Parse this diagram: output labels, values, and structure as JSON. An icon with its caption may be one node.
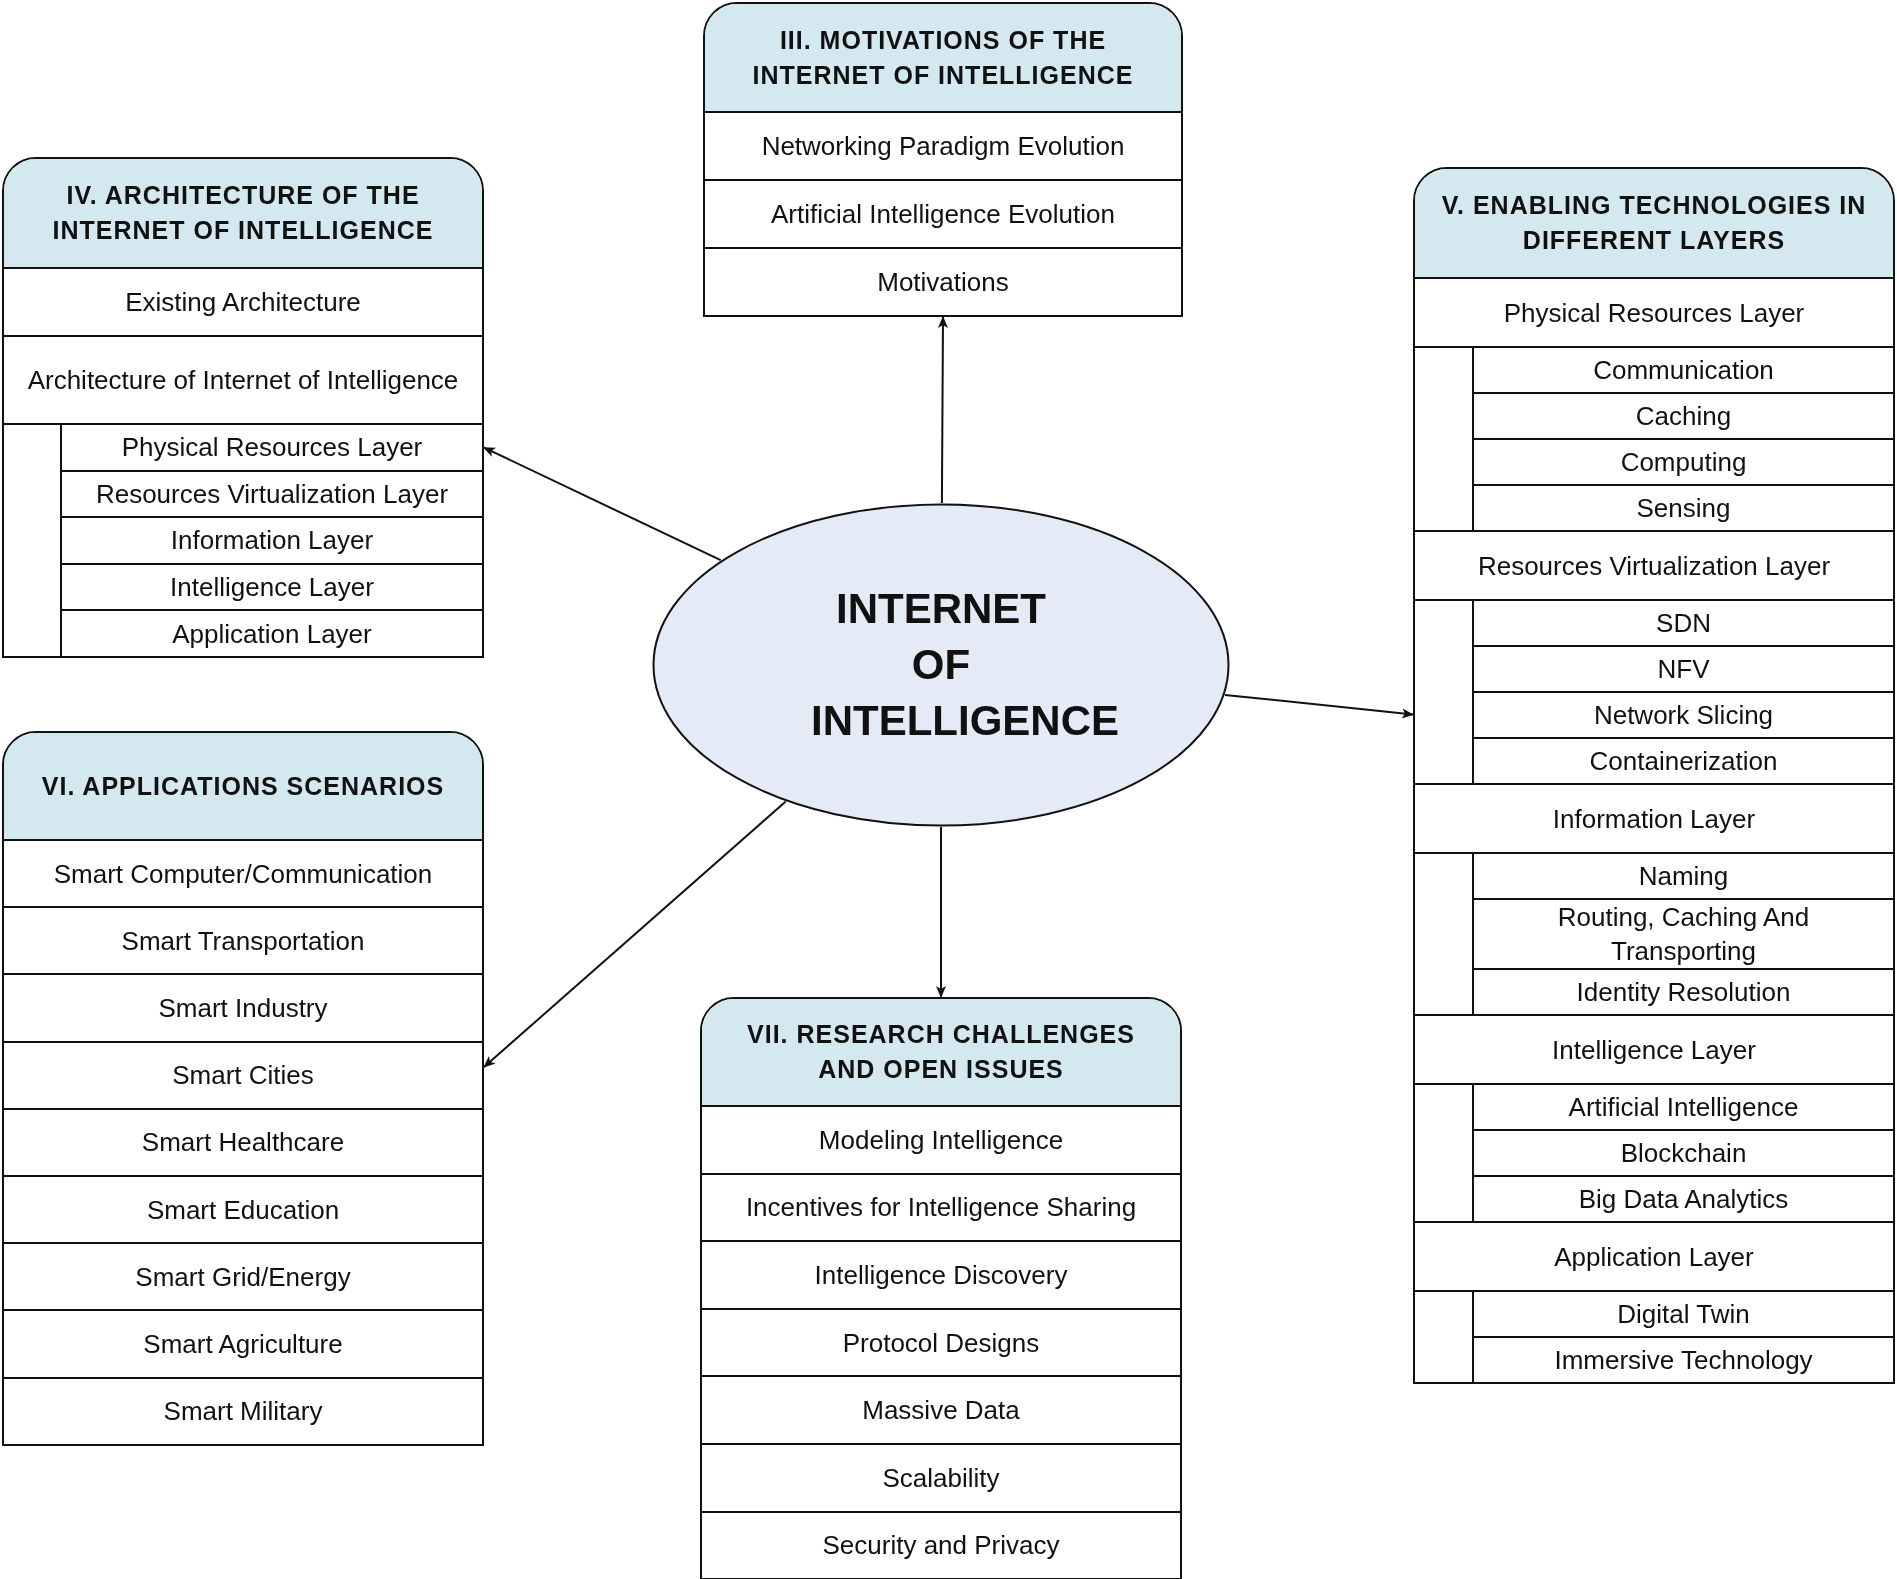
{
  "diagram": {
    "nodes": [
      {
        "text": [
          "III. MOTIVATIONS OF THE INTERNET OF INTELLIGENCE"
        ]
      },
      {
        "text": [
          "Networking Paradigm Evolution"
        ],
        "in": 0
      },
      {
        "text": [
          "Artificial Intelligence Evolution"
        ],
        "in": 0
      },
      {
        "text": [
          "Motivations"
        ],
        "in": 0
      },
      {
        "text": [
          "IV. ARCHITECTURE OF THE INTERNET OF INTELLIGENCE"
        ]
      },
      {
        "text": [
          "Existing Architecture"
        ],
        "in": 4
      },
      {
        "text": [
          "Architecture of Internet of Intelligence"
        ],
        "in": 4
      },
      {
        "text": [],
        "shape": "box",
        "in": 4
      },
      {
        "text": [
          "Physical Resources Layer"
        ],
        "in": 7
      },
      {
        "text": [
          "Resources Virtualization Layer"
        ],
        "in": 7
      },
      {
        "text": [
          "Information Layer"
        ],
        "in": 7
      },
      {
        "text": [
          "Intelligence Layer"
        ],
        "in": 7
      },
      {
        "text": [
          "Application Layer"
        ],
        "in": 7
      },
      {
        "text": [
          "V. ENABLING TECHNOLOGIES IN DIFFERENT LAYERS"
        ]
      },
      {
        "text": [
          "Physical Resources Layer"
        ],
        "in": 13
      },
      {
        "text": [],
        "shape": "box",
        "in": 13
      },
      {
        "text": [
          "Communication"
        ],
        "in": 15
      },
      {
        "text": [
          "Caching"
        ],
        "in": 15
      },
      {
        "text": [
          "Computing"
        ],
        "in": 15
      },
      {
        "text": [
          "Sensing"
        ],
        "in": 15
      },
      {
        "text": [
          "Resources Virtualization Layer"
        ],
        "in": 13
      },
      {
        "text": [],
        "shape": "box",
        "in": 13
      },
      {
        "text": [
          "SDN"
        ],
        "in": 21
      },
      {
        "text": [
          "NFV"
        ],
        "in": 21
      },
      {
        "text": [
          "Network Slicing"
        ],
        "in": 21
      },
      {
        "text": [
          "Containerization"
        ],
        "in": 21
      },
      {
        "text": [
          "Information Layer"
        ],
        "in": 13
      },
      {
        "text": [],
        "shape": "box",
        "in": 13
      },
      {
        "text": [
          "Naming"
        ],
        "in": 27
      },
      {
        "text": [
          "Routing, Caching And Transporting"
        ],
        "in": 27
      },
      {
        "text": [
          "Identity Resolution"
        ],
        "in": 27
      },
      {
        "text": [
          "Intelligence Layer"
        ],
        "in": 13
      },
      {
        "text": [],
        "shape": "box",
        "in": 13
      },
      {
        "text": [
          "Artificial Intelligence"
        ],
        "in": 32
      },
      {
        "text": [
          "Blockchain"
        ],
        "in": 32
      },
      {
        "text": [
          "Big Data Analytics"
        ],
        "in": 32
      },
      {
        "text": [
          "Application Layer"
        ],
        "in": 13
      },
      {
        "text": [],
        "shape": "box",
        "in": 13
      },
      {
        "text": [
          "Digital Twin"
        ],
        "in": 37
      },
      {
        "text": [
          "Immersive Technology"
        ],
        "in": 37
      },
      {
        "text": [
          "INTERNET OF INTELLIGENCE"
        ]
      },
      {
        "text": [
          "VI. APPLICATIONS SCENARIOS"
        ]
      },
      {
        "text": [
          "Smart Computer/Communication"
        ],
        "in": 41
      },
      {
        "text": [
          "Smart Transportation"
        ],
        "in": 41
      },
      {
        "text": [
          "Smart Industry"
        ],
        "in": 41
      },
      {
        "text": [
          "Smart Cities"
        ],
        "in": 41
      },
      {
        "text": [
          "Smart Healthcare"
        ],
        "in": 41
      },
      {
        "text": [
          "Smart Education"
        ],
        "in": 41
      },
      {
        "text": [
          "Smart Grid/Energy"
        ],
        "in": 41
      },
      {
        "text": [
          "Smart Agriculture"
        ],
        "in": 41
      },
      {
        "text": [
          "Smart Military"
        ],
        "in": 41
      },
      {
        "text": [
          "VII. RESEARCH CHALLENGES AND OPEN ISSUES"
        ]
      },
      {
        "text": [
          "Modeling Intelligence"
        ],
        "in": 51
      },
      {
        "text": [
          "Incentives for Intelligence Sharing"
        ],
        "in": 51
      },
      {
        "text": [
          "Intelligence Discovery"
        ],
        "in": 51
      },
      {
        "text": [
          "Protocol Designs"
        ],
        "in": 51
      },
      {
        "text": [
          "Massive Data"
        ],
        "in": 51
      },
      {
        "text": [
          "Scalability"
        ],
        "in": 51
      },
      {
        "text": [
          "Security and Privacy"
        ],
        "in": 51
      }
    ],
    "edges": [
      {
        "from": 40,
        "to": 0,
        "arrow": "to"
      },
      {
        "from": 40,
        "to": 4,
        "arrow": "to"
      },
      {
        "from": 40,
        "to": 13,
        "arrow": "to"
      },
      {
        "from": 40,
        "to": 41,
        "arrow": "to"
      },
      {
        "from": 40,
        "to": 51,
        "arrow": "to"
      }
    ]
  }
}
